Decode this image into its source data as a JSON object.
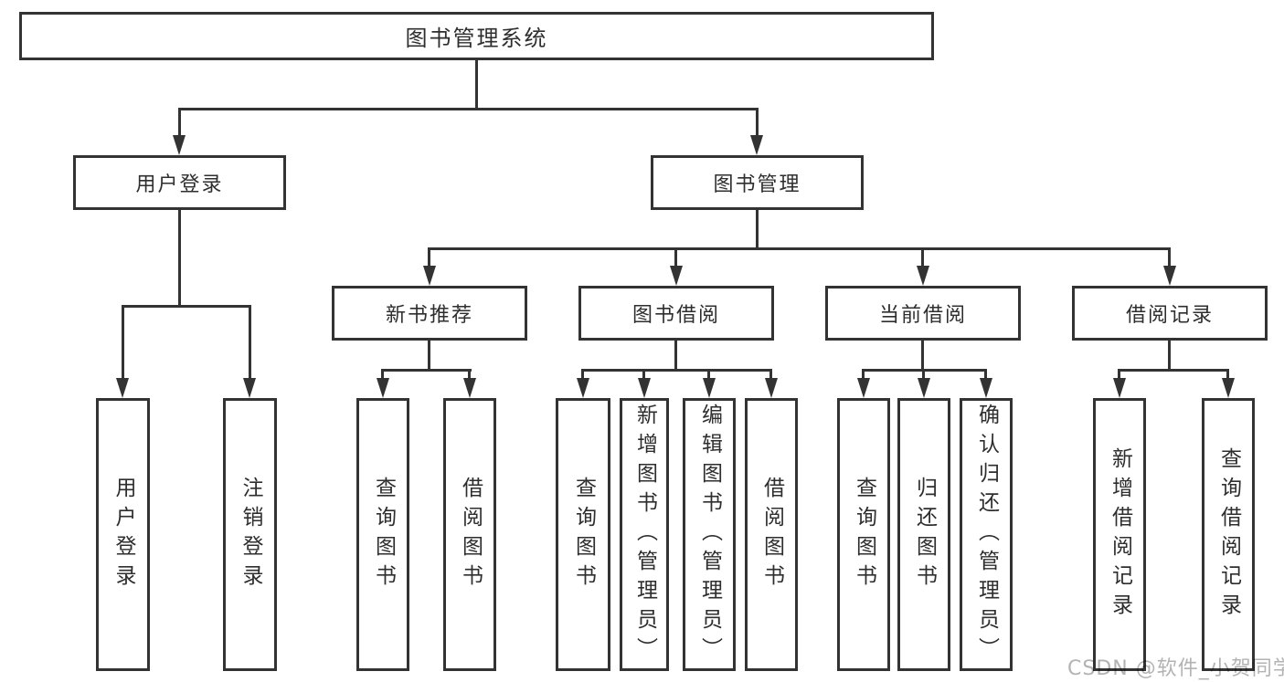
{
  "tree": {
    "root": "图书管理系统",
    "branches": [
      {
        "label": "用户登录",
        "children": [
          "用户登录",
          "注销登录"
        ]
      },
      {
        "label": "图书管理",
        "sections": [
          {
            "label": "新书推荐",
            "children": [
              "查询图书",
              "借阅图书"
            ]
          },
          {
            "label": "图书借阅",
            "children": [
              "查询图书",
              "新增图书（管理员）",
              "编辑图书（管理员）",
              "借阅图书"
            ]
          },
          {
            "label": "当前借阅",
            "children": [
              "查询图书",
              "归还图书",
              "确认归还（管理员）"
            ]
          },
          {
            "label": "借阅记录",
            "children": [
              "新增借阅记录",
              "查询借阅记录"
            ]
          }
        ]
      }
    ]
  },
  "watermark": "CSDN @软件_小贺同学",
  "colors": {
    "line": "#333333",
    "text": "#2e2e2e",
    "watermark": "#b3b3b3",
    "background": "#ffffff"
  }
}
